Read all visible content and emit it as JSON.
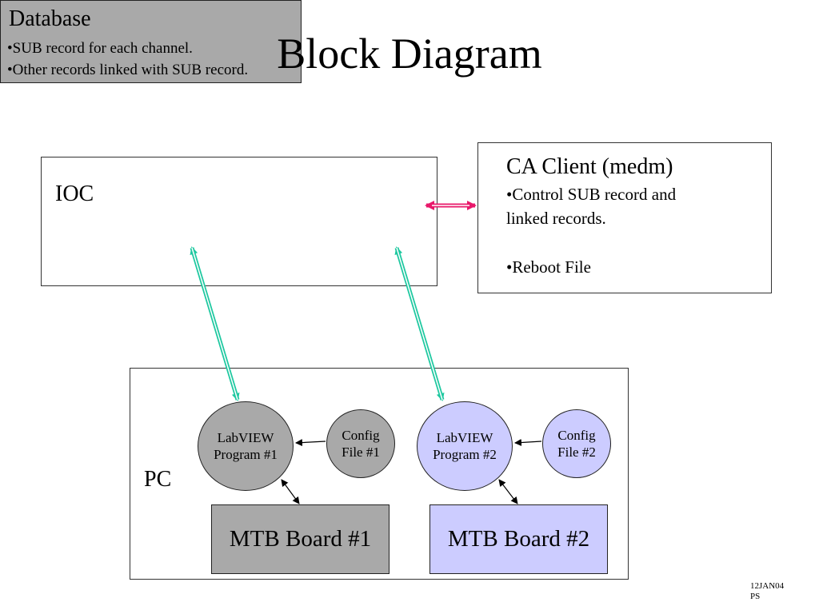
{
  "slide": {
    "title": "Block Diagram",
    "footer": {
      "line1": "12JAN04",
      "line2": "PS"
    }
  },
  "ioc": {
    "label": "IOC",
    "database": {
      "heading": "Database",
      "bullets": [
        "•SUB record for each channel.",
        "•Other records linked with SUB record."
      ]
    }
  },
  "ca_client": {
    "heading": "CA Client (medm)",
    "line1": "•Control SUB record and",
    "line2": "linked records.",
    "line3": "•Reboot File"
  },
  "pc": {
    "label": "PC",
    "labview1": {
      "line1": "LabVIEW",
      "line2": "Program #1"
    },
    "config1": {
      "line1": "Config",
      "line2": "File #1"
    },
    "labview2": {
      "line1": "LabVIEW",
      "line2": "Program #2"
    },
    "config2": {
      "line1": "Config",
      "line2": "File #2"
    },
    "board1": "MTB Board #1",
    "board2": "MTB Board #2"
  },
  "colors": {
    "gray_fill": "#a9a9a9",
    "lavender_fill": "#ccccff",
    "link_teal": "#1ec8a0",
    "link_pink": "#e8186a"
  }
}
